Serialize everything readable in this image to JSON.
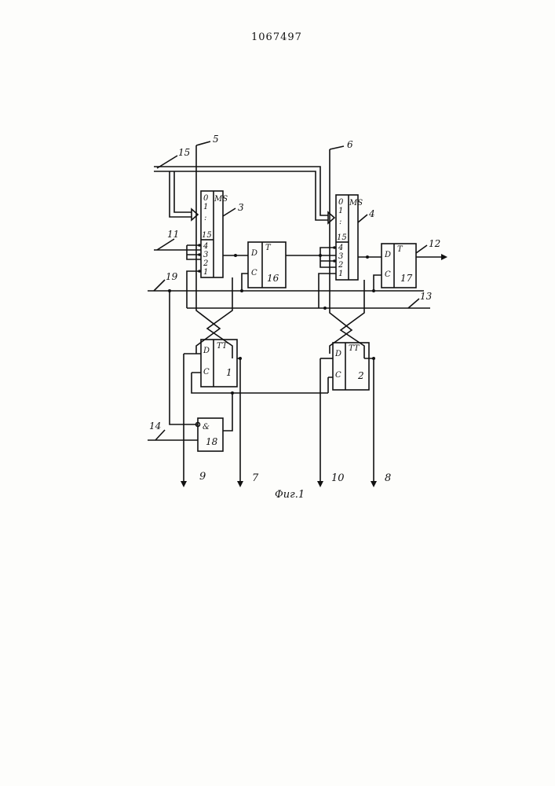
{
  "patent_number": "1067497",
  "caption": "Фиг.1",
  "line_labels": {
    "l5": "5",
    "l6": "6",
    "l15": "15",
    "l11": "11",
    "l12": "12",
    "l19": "19",
    "l13": "13",
    "l14": "14",
    "l9": "9",
    "l7": "7",
    "l10": "10",
    "l8": "8"
  },
  "blocks": {
    "mux3": {
      "number": "3",
      "type": "MS",
      "inputs": [
        "0",
        "1",
        ":",
        "15",
        "4",
        "3",
        "2",
        "1"
      ]
    },
    "mux4": {
      "number": "4",
      "type": "MS",
      "inputs": [
        "0",
        "1",
        ":",
        "15",
        "4",
        "3",
        "2",
        "1"
      ]
    },
    "trig16": {
      "number": "16",
      "type": "T",
      "d": "D",
      "c": "C"
    },
    "trig17": {
      "number": "17",
      "type": "T",
      "d": "D",
      "c": "C"
    },
    "trig1": {
      "number": "1",
      "type": "TT",
      "d": "D",
      "c": "C"
    },
    "trig2": {
      "number": "2",
      "type": "TT",
      "d": "D",
      "c": "C"
    },
    "and18": {
      "number": "18",
      "type": "&"
    }
  }
}
